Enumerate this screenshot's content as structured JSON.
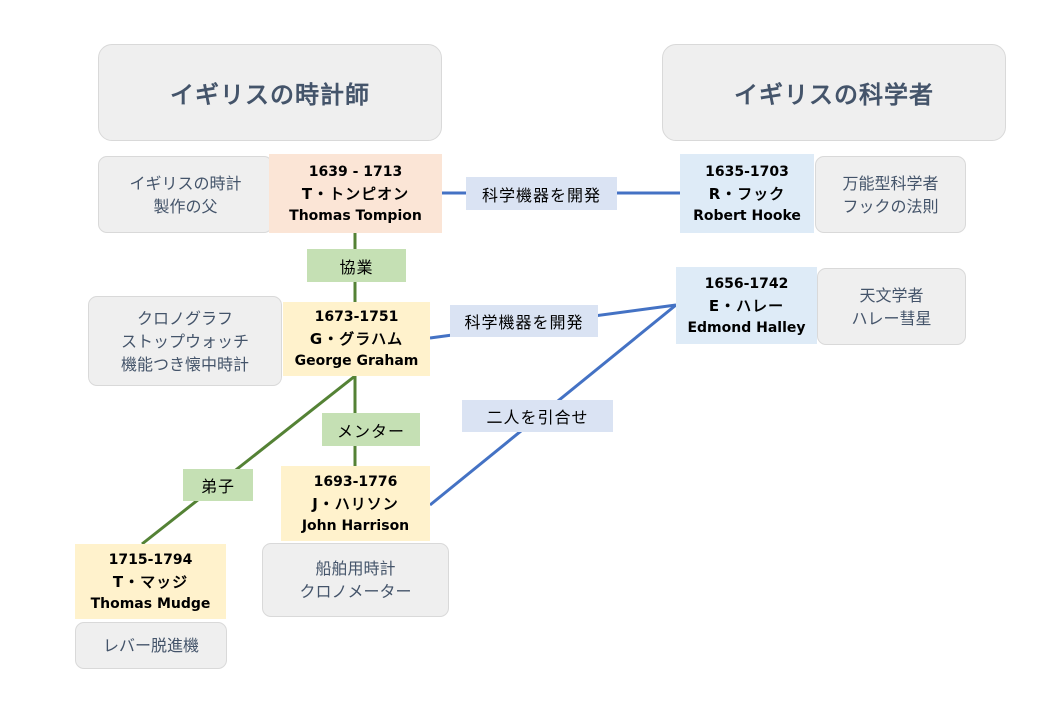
{
  "headers": {
    "clockmakers": "イギリスの時計師",
    "scientists": "イギリスの科学者"
  },
  "people": {
    "tompion": {
      "years": "1639 - 1713",
      "jp": "T・トンピオン",
      "en": "Thomas Tompion"
    },
    "graham": {
      "years": "1673-1751",
      "jp": "G・グラハム",
      "en": "George Graham"
    },
    "harrison": {
      "years": "1693-1776",
      "jp": "J・ハリソン",
      "en": "John Harrison"
    },
    "mudge": {
      "years": "1715-1794",
      "jp": "T・マッジ",
      "en": "Thomas Mudge"
    },
    "hooke": {
      "years": "1635-1703",
      "jp": "R・フック",
      "en": "Robert Hooke"
    },
    "halley": {
      "years": "1656-1742",
      "jp": "E・ハレー",
      "en": "Edmond Halley"
    }
  },
  "notes": {
    "tompion": [
      "イギリスの時計",
      "製作の父"
    ],
    "graham": [
      "クロノグラフ",
      "ストップウォッチ",
      "機能つき懐中時計"
    ],
    "harrison": [
      "船舶用時計",
      "クロノメーター"
    ],
    "mudge": [
      "レバー脱進機"
    ],
    "hooke": [
      "万能型科学者",
      "フックの法則"
    ],
    "halley": [
      "天文学者",
      "ハレー彗星"
    ]
  },
  "relations": {
    "kyogyo": "協業",
    "mentor": "メンター",
    "deshi": "弟子",
    "dev1": "科学機器を開発",
    "dev2": "科学機器を開発",
    "introduce": "二人を引合せ"
  },
  "colors": {
    "green_line": "#548235",
    "blue_line": "#4472c4",
    "note_text": "#44546a"
  }
}
